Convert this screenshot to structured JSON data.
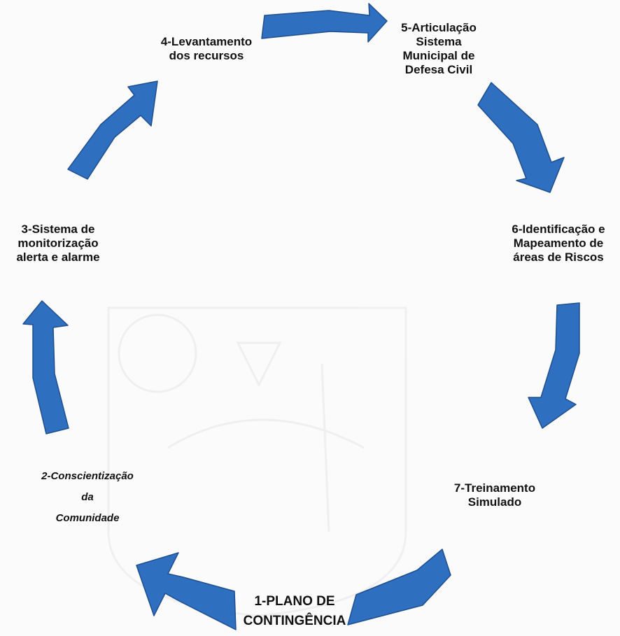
{
  "diagram": {
    "arrow_color": "#2e6fbf",
    "arrow_edge_color": "#1f4f8f",
    "steps": [
      {
        "id": "step-1",
        "lines": [
          "1-PLANO DE",
          "CONTINGÊNCIA"
        ]
      },
      {
        "id": "step-2",
        "lines": [
          "2-Conscientização",
          "da",
          "Comunidade"
        ]
      },
      {
        "id": "step-3",
        "lines": [
          "3-Sistema de",
          "monitorização",
          "alerta e alarme"
        ]
      },
      {
        "id": "step-4",
        "lines": [
          "4-Levantamento",
          "dos recursos"
        ]
      },
      {
        "id": "step-5",
        "lines": [
          "5-Articulação",
          "Sistema",
          "Municipal de",
          "Defesa Civil"
        ]
      },
      {
        "id": "step-6",
        "lines": [
          "6-Identificação e",
          "Mapeamento de",
          "áreas de Riscos"
        ]
      },
      {
        "id": "step-7",
        "lines": [
          "7-Treinamento",
          "Simulado"
        ]
      }
    ]
  }
}
